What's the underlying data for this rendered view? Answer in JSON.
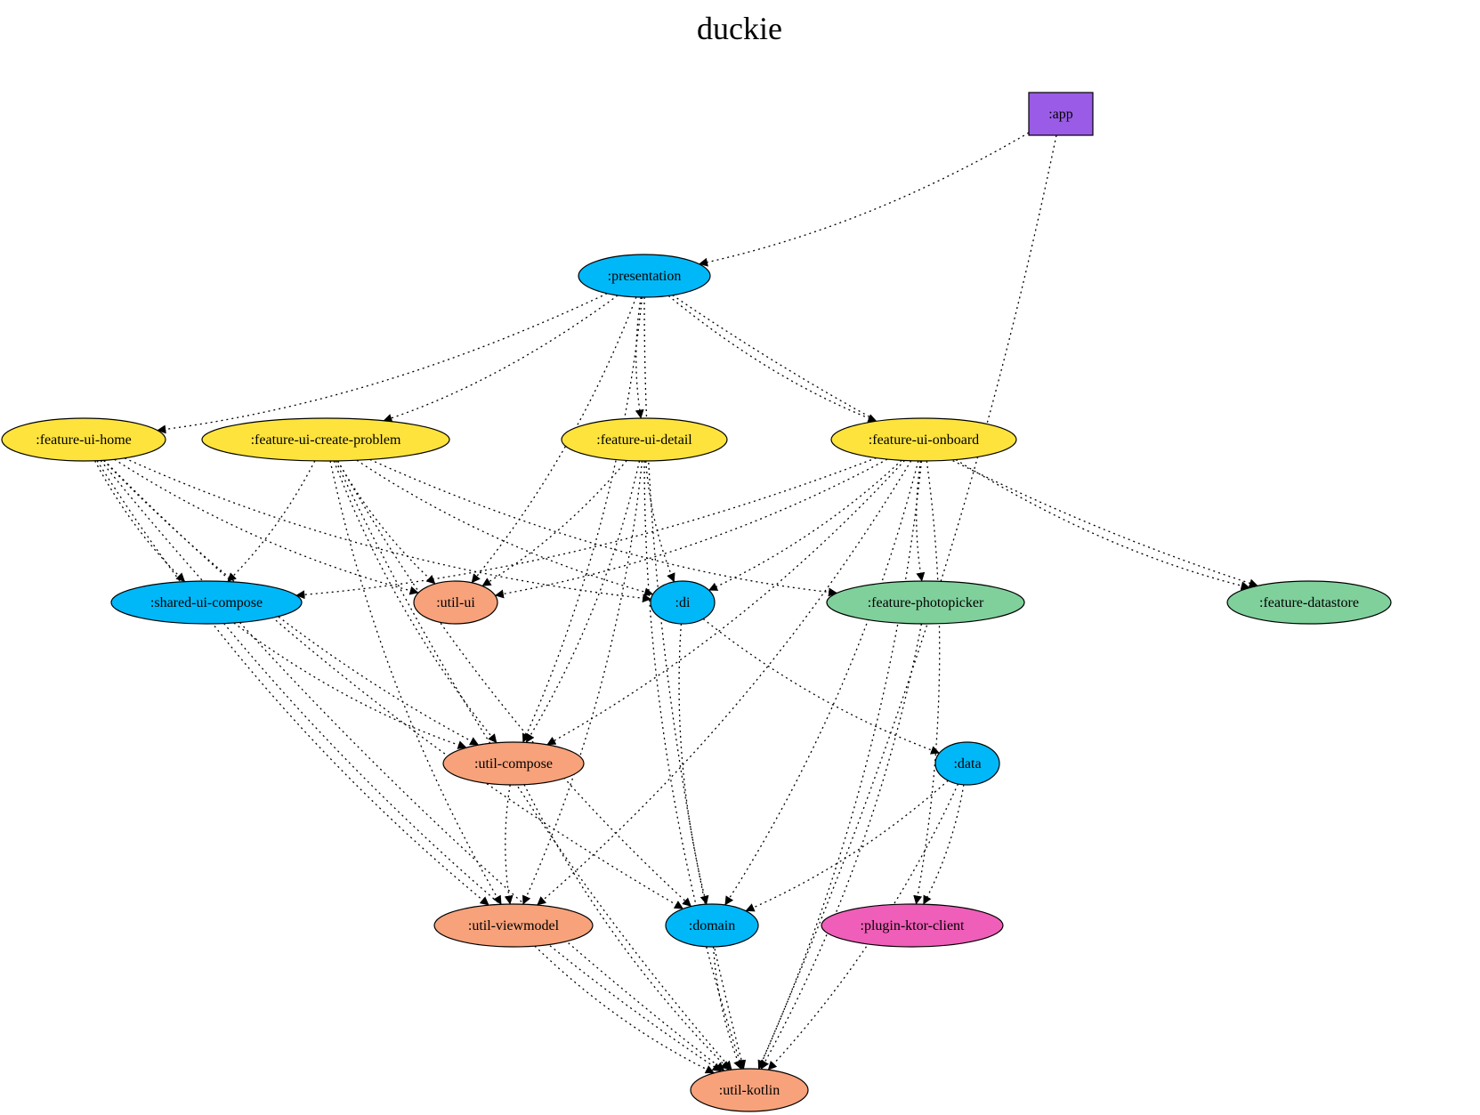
{
  "title": "duckie",
  "colors": {
    "app": "#9a5ce6",
    "blue": "#00b8f8",
    "yellow": "#fde33c",
    "orange": "#f7a27b",
    "green": "#80d09c",
    "pink": "#ef5eb8"
  },
  "nodes": [
    {
      "id": "app",
      "label": ":app",
      "shape": "box",
      "color": "app"
    },
    {
      "id": "presentation",
      "label": ":presentation",
      "shape": "ellipse",
      "color": "blue"
    },
    {
      "id": "home",
      "label": ":feature-ui-home",
      "shape": "ellipse",
      "color": "yellow"
    },
    {
      "id": "create",
      "label": ":feature-ui-create-problem",
      "shape": "ellipse",
      "color": "yellow"
    },
    {
      "id": "detail",
      "label": ":feature-ui-detail",
      "shape": "ellipse",
      "color": "yellow"
    },
    {
      "id": "onboard",
      "label": ":feature-ui-onboard",
      "shape": "ellipse",
      "color": "yellow"
    },
    {
      "id": "shared",
      "label": ":shared-ui-compose",
      "shape": "ellipse",
      "color": "blue"
    },
    {
      "id": "utilui",
      "label": ":util-ui",
      "shape": "ellipse",
      "color": "orange"
    },
    {
      "id": "di",
      "label": ":di",
      "shape": "ellipse",
      "color": "blue"
    },
    {
      "id": "photopicker",
      "label": ":feature-photopicker",
      "shape": "ellipse",
      "color": "green"
    },
    {
      "id": "datastore",
      "label": ":feature-datastore",
      "shape": "ellipse",
      "color": "green"
    },
    {
      "id": "compose",
      "label": ":util-compose",
      "shape": "ellipse",
      "color": "orange"
    },
    {
      "id": "data",
      "label": ":data",
      "shape": "ellipse",
      "color": "blue"
    },
    {
      "id": "viewmodel",
      "label": ":util-viewmodel",
      "shape": "ellipse",
      "color": "orange"
    },
    {
      "id": "domain",
      "label": ":domain",
      "shape": "ellipse",
      "color": "blue"
    },
    {
      "id": "ktor",
      "label": ":plugin-ktor-client",
      "shape": "ellipse",
      "color": "pink"
    },
    {
      "id": "kotlin",
      "label": ":util-kotlin",
      "shape": "ellipse",
      "color": "orange"
    }
  ],
  "edges": [
    [
      "app",
      "presentation"
    ],
    [
      "app",
      "kotlin"
    ],
    [
      "presentation",
      "home"
    ],
    [
      "presentation",
      "create"
    ],
    [
      "presentation",
      "detail"
    ],
    [
      "presentation",
      "onboard"
    ],
    [
      "presentation",
      "utilui"
    ],
    [
      "presentation",
      "compose"
    ],
    [
      "presentation",
      "datastore"
    ],
    [
      "presentation",
      "kotlin"
    ],
    [
      "home",
      "shared"
    ],
    [
      "home",
      "utilui"
    ],
    [
      "home",
      "di"
    ],
    [
      "home",
      "compose"
    ],
    [
      "home",
      "viewmodel"
    ],
    [
      "home",
      "domain"
    ],
    [
      "home",
      "kotlin"
    ],
    [
      "create",
      "shared"
    ],
    [
      "create",
      "utilui"
    ],
    [
      "create",
      "di"
    ],
    [
      "create",
      "photopicker"
    ],
    [
      "create",
      "compose"
    ],
    [
      "create",
      "viewmodel"
    ],
    [
      "create",
      "domain"
    ],
    [
      "create",
      "kotlin"
    ],
    [
      "detail",
      "utilui"
    ],
    [
      "detail",
      "di"
    ],
    [
      "detail",
      "compose"
    ],
    [
      "detail",
      "viewmodel"
    ],
    [
      "detail",
      "kotlin"
    ],
    [
      "onboard",
      "shared"
    ],
    [
      "onboard",
      "utilui"
    ],
    [
      "onboard",
      "di"
    ],
    [
      "onboard",
      "photopicker"
    ],
    [
      "onboard",
      "datastore"
    ],
    [
      "onboard",
      "compose"
    ],
    [
      "onboard",
      "viewmodel"
    ],
    [
      "onboard",
      "domain"
    ],
    [
      "onboard",
      "ktor"
    ],
    [
      "onboard",
      "kotlin"
    ],
    [
      "shared",
      "compose"
    ],
    [
      "shared",
      "kotlin"
    ],
    [
      "di",
      "data"
    ],
    [
      "di",
      "domain"
    ],
    [
      "photopicker",
      "kotlin"
    ],
    [
      "compose",
      "viewmodel"
    ],
    [
      "compose",
      "kotlin"
    ],
    [
      "data",
      "domain"
    ],
    [
      "data",
      "ktor"
    ],
    [
      "data",
      "kotlin"
    ],
    [
      "viewmodel",
      "kotlin"
    ],
    [
      "domain",
      "kotlin"
    ]
  ]
}
